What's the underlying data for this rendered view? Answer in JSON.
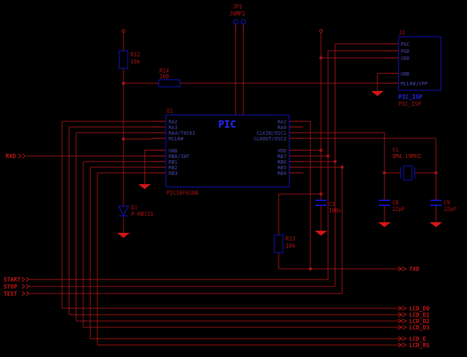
{
  "colors": {
    "background": "#000000",
    "wire": "#a01414",
    "pin": "#c01818",
    "symbol": "#1414c8",
    "symbol_text": "#2828ff",
    "pin_text": "#4a4ab4",
    "label": "#b41414",
    "net_label": "#c81616",
    "ground": "#d21616"
  },
  "pic": {
    "ref": "U1",
    "title": "PIC",
    "value": "PIC16F628A",
    "left_pins": [
      "RA2",
      "RA3",
      "RA4/T0CKI",
      "MCLR#",
      "GND",
      "RB0/INT",
      "RB1",
      "RB2",
      "RB3"
    ],
    "right_pins": [
      "RA1",
      "RA0",
      "CLKIN/OSC1",
      "CLKOUT/OSC2",
      "VDD",
      "RB7",
      "RB6",
      "RB5",
      "RB4"
    ]
  },
  "isp": {
    "ref": "J2",
    "pins": [
      "PGC",
      "PGD",
      "VDD",
      "GND",
      "MCLR#/VPP"
    ],
    "name": "PIC_ISP",
    "value": "PIC_ISP"
  },
  "jumper": {
    "ref": "JP1",
    "value": "JUMP2"
  },
  "resistors": {
    "r12": {
      "ref": "R12",
      "value": "10k"
    },
    "r14": {
      "ref": "R14",
      "value": "100"
    },
    "r13": {
      "ref": "R13",
      "value": "10k"
    }
  },
  "diode": {
    "ref": "D1",
    "value": "P-RB721"
  },
  "capacitors": {
    "c2": {
      "ref": "C2",
      "value": "100n"
    },
    "c8": {
      "ref": "C8",
      "value": "22pF"
    },
    "c9": {
      "ref": "C9",
      "value": "22pF"
    }
  },
  "crystal": {
    "ref": "X1",
    "value": "QM4.19MHZ"
  },
  "nets": {
    "rxd": "RXD",
    "txd": "TXD",
    "start": "START",
    "stop": "STOP",
    "test": "TEST",
    "lcd": [
      "LCD_D0",
      "LCD_D1",
      "LCD_D2",
      "LCD_D3",
      "LCD_E",
      "LCD_RS"
    ]
  }
}
